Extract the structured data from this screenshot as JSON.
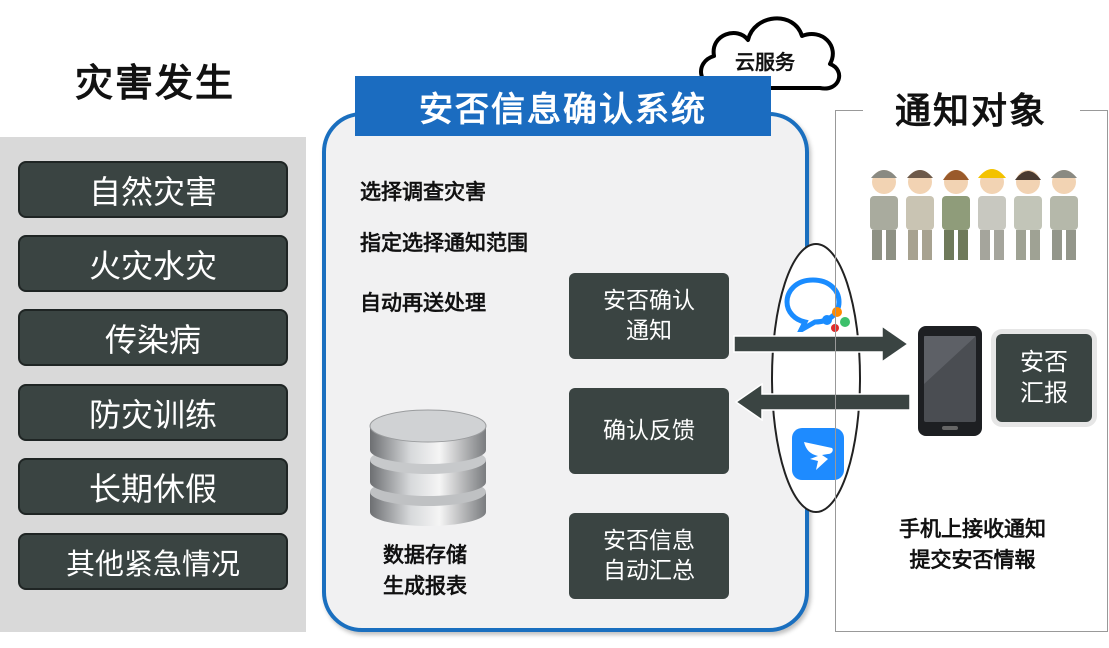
{
  "left": {
    "title": "灾害发生",
    "items": [
      "自然灾害",
      "火灾水灾",
      "传染病",
      "防灾训练",
      "长期休假",
      "其他紧急情况"
    ]
  },
  "center": {
    "title": "安否信息确认系统",
    "cloud": "云服务",
    "features": [
      "选择调查灾害",
      "指定选择通知范围",
      "自动再送处理"
    ],
    "boxes": {
      "notify": [
        "安否确认",
        "通知"
      ],
      "feedback": [
        "确认反馈"
      ],
      "summary": [
        "安否信息",
        "自动汇总"
      ]
    },
    "db_caption": [
      "数据存储",
      "生成报表"
    ]
  },
  "right": {
    "title": "通知对象",
    "report": [
      "安否",
      "汇报"
    ],
    "caption": [
      "手机上接收通知",
      "提交安否情報"
    ]
  },
  "colors": {
    "accent": "#1b6cc0",
    "dark_box": "#3a4442",
    "panel": "#d9d9d9"
  },
  "icons": [
    "cloud-icon",
    "database-icon",
    "chat-app-icon",
    "dingtalk-icon",
    "smartphone-icon",
    "workers-group-icon"
  ]
}
